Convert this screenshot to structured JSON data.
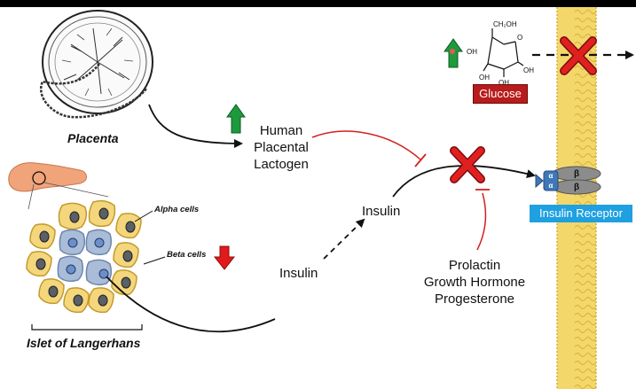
{
  "labels": {
    "placenta": "Placenta",
    "hpl": "Human\nPlacental\nLactogen",
    "insulin_mid": "Insulin",
    "insulin_low": "Insulin",
    "hormones": "Prolactin\nGrowth Hormone\nProgesterone",
    "glucose": "Glucose",
    "insulin_receptor": "Insulin Receptor",
    "alpha_cells": "Alpha cells",
    "beta_cells": "Beta cells",
    "islet": "Islet of Langerhans",
    "alpha_symbol": "α",
    "beta_symbol": "β",
    "glucose_ch2oh": "CH₂OH",
    "glucose_oh": "OH",
    "glucose_o": "O"
  },
  "colors": {
    "membrane": "#f3d76a",
    "membrane_edge": "#d6b43a",
    "glucose_box": "#b81c1c",
    "receptor_box": "#1fa0e0",
    "up_arrow": "#1e9a3d",
    "down_arrow": "#e11b1b",
    "x_mark": "#e02020",
    "inhibit_line": "#d32020",
    "alpha_cell": "#f4d67c",
    "beta_cell": "#a9bcd8",
    "pancreas": "#f1a37a"
  },
  "icons": [
    "placenta-illustration",
    "pancreas-illustration",
    "glucose-molecule",
    "up-arrow-icon",
    "down-arrow-icon",
    "cross-icon"
  ]
}
